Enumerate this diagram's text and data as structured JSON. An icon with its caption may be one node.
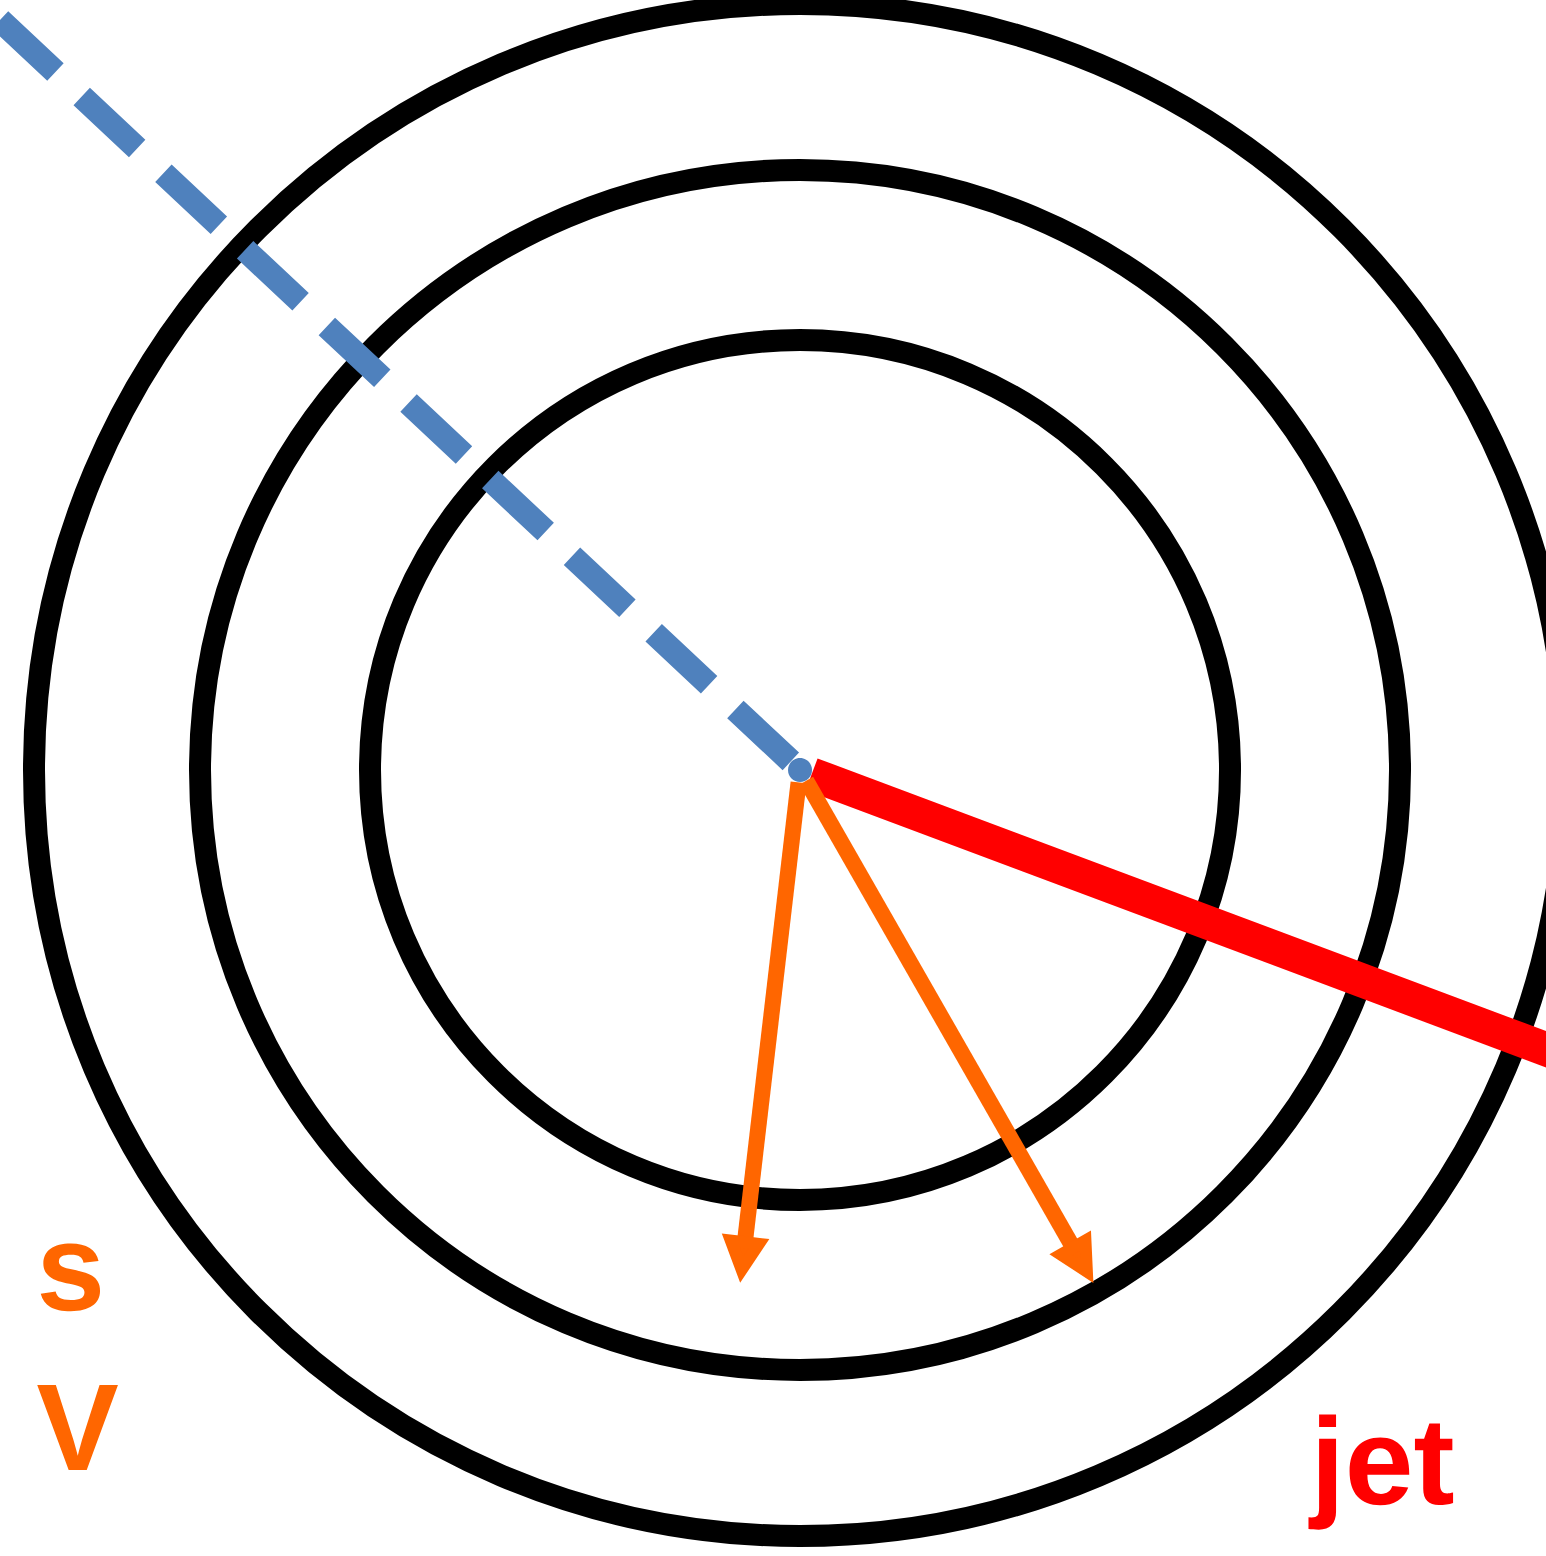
{
  "diagram": {
    "nodes": [
      {
        "text": [],
        "shape": "circle"
      },
      {
        "text": [],
        "shape": "circle",
        "in": 0
      },
      {
        "text": [],
        "shape": "circle",
        "in": 1
      },
      {
        "text": [],
        "shape": "point",
        "in": 2
      }
    ],
    "edges": [
      {
        "from": null,
        "to": 3,
        "arrow": "none",
        "style": "dashed",
        "color": "#4f81bd"
      },
      {
        "from": 3,
        "to": null,
        "arrow": "none",
        "style": "thick",
        "color": "#ff0000"
      },
      {
        "from": 3,
        "to": null,
        "arrow": "to",
        "color": "#ff6600"
      },
      {
        "from": 3,
        "to": null,
        "arrow": "to",
        "color": "#ff6600"
      }
    ],
    "labels": [
      "s",
      "V",
      "jet"
    ]
  }
}
